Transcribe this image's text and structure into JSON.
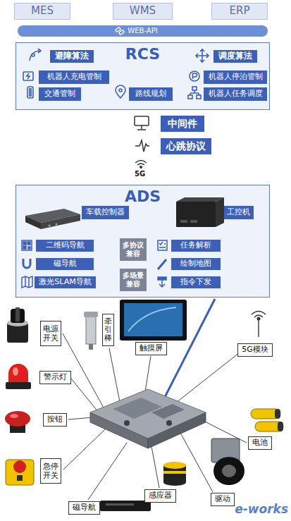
{
  "diagram": {
    "nodes": [
      {
        "text": [
          "MES"
        ]
      },
      {
        "text": [
          "WMS"
        ]
      },
      {
        "text": [
          "ERP"
        ]
      },
      {
        "text": [
          "WEB-API"
        ]
      },
      {
        "text": [
          "RCS"
        ]
      },
      {
        "text": [
          "避障算法"
        ],
        "in": 4
      },
      {
        "text": [
          "调度算法"
        ],
        "in": 4
      },
      {
        "text": [
          "机器人充电管制"
        ],
        "in": 4
      },
      {
        "text": [
          "机器人停泊管制"
        ],
        "in": 4
      },
      {
        "text": [
          "交通管制"
        ],
        "in": 4
      },
      {
        "text": [
          "路线规划"
        ],
        "in": 4
      },
      {
        "text": [
          "机器人任务调度"
        ],
        "in": 4
      },
      {
        "text": [
          "中间件"
        ]
      },
      {
        "text": [
          "心跳协议"
        ]
      },
      {
        "text": [
          "ADS"
        ]
      },
      {
        "text": [
          "车载控制器"
        ],
        "in": 14
      },
      {
        "text": [
          "工控机"
        ],
        "in": 14
      },
      {
        "text": [
          "二维码导航"
        ],
        "in": 14
      },
      {
        "text": [
          "磁导航"
        ],
        "in": 14
      },
      {
        "text": [
          "激光SLAM导航"
        ],
        "in": 14
      },
      {
        "text": [
          "多协议 兼容"
        ],
        "in": 14
      },
      {
        "text": [
          "多场景 兼容"
        ],
        "in": 14
      },
      {
        "text": [
          "任务解析"
        ],
        "in": 14
      },
      {
        "text": [
          "绘制地图"
        ],
        "in": 14
      },
      {
        "text": [
          "指令下发"
        ],
        "in": 14
      },
      {
        "text": [
          "电源 开关"
        ]
      },
      {
        "text": [
          "牵引棒"
        ]
      },
      {
        "text": [
          "触摸屏"
        ]
      },
      {
        "text": [
          "5G模块"
        ]
      },
      {
        "text": [
          "警示灯"
        ]
      },
      {
        "text": [
          "按钮"
        ]
      },
      {
        "text": [
          "急停 开关"
        ]
      },
      {
        "text": [
          "电池"
        ]
      },
      {
        "text": [
          "磁导航"
        ]
      },
      {
        "text": [
          "感应器"
        ]
      },
      {
        "text": [
          "驱动"
        ]
      }
    ],
    "labels": [
      "5G",
      "e-works"
    ]
  }
}
